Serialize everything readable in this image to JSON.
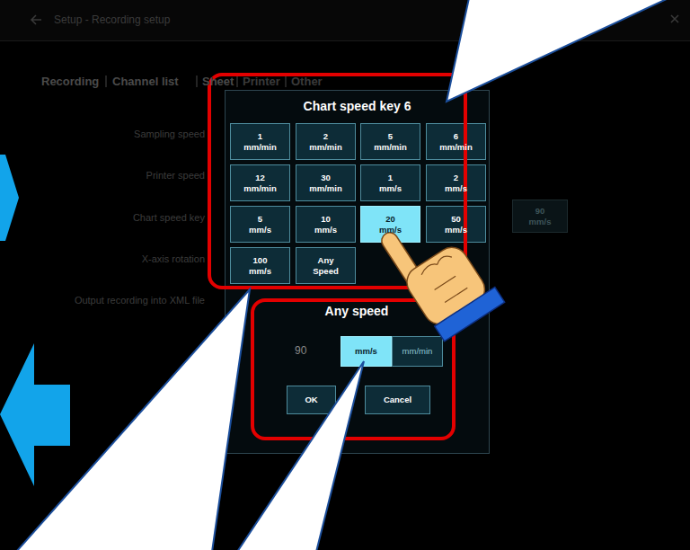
{
  "diagram": {
    "nodes": [
      {
        "text": [
          "Chart speed key 6"
        ]
      },
      {
        "text": [
          "1 mm/min"
        ],
        "in": 0
      },
      {
        "text": [
          "2 mm/min"
        ],
        "in": 0
      },
      {
        "text": [
          "5 mm/min"
        ],
        "in": 0
      },
      {
        "text": [
          "6 mm/min"
        ],
        "in": 0
      },
      {
        "text": [
          "12 mm/min"
        ],
        "in": 0
      },
      {
        "text": [
          "30 mm/min"
        ],
        "in": 0
      },
      {
        "text": [
          "1 mm/s"
        ],
        "in": 0
      },
      {
        "text": [
          "2 mm/s"
        ],
        "in": 0
      },
      {
        "text": [
          "5 mm/s"
        ],
        "in": 0
      },
      {
        "text": [
          "10 mm/s"
        ],
        "in": 0
      },
      {
        "text": [
          "20 mm/s"
        ],
        "in": 0
      },
      {
        "text": [
          "50 mm/s"
        ],
        "in": 0
      },
      {
        "text": [
          "100 mm/s"
        ],
        "in": 0
      },
      {
        "text": [
          "Any Speed"
        ],
        "in": 0
      },
      {
        "text": [
          "mm/s"
        ],
        "in": 0
      },
      {
        "text": [
          "mm/min"
        ],
        "in": 0
      },
      {
        "text": [
          "OK"
        ],
        "in": 0
      },
      {
        "text": [
          "Cancel"
        ],
        "in": 0
      },
      {
        "text": [
          "90 mm/s"
        ]
      }
    ],
    "labels": [
      "Setup - Recording setup",
      "Recording",
      "Channel list",
      "Sheet",
      "Printer",
      "Other",
      "Sampling speed",
      "Printer speed",
      "Chart speed key",
      "X-axis rotation",
      "Output recording into XML file",
      "Any speed",
      "90"
    ]
  }
}
